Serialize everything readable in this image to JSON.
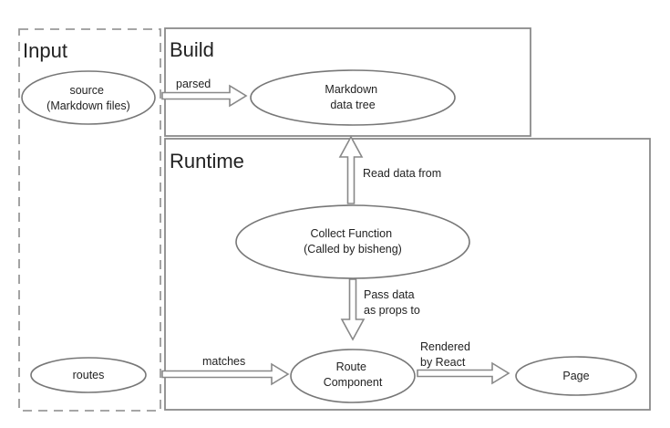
{
  "sections": {
    "input": "Input",
    "build": "Build",
    "runtime": "Runtime"
  },
  "nodes": {
    "source": [
      "source",
      "(Markdown files)"
    ],
    "markdown_tree": [
      "Markdown",
      "data tree"
    ],
    "collect": [
      "Collect Function",
      "(Called by bisheng)"
    ],
    "routes": [
      "routes"
    ],
    "route_component": [
      "Route",
      "Component"
    ],
    "page": [
      "Page"
    ]
  },
  "edges": {
    "parsed": [
      "parsed"
    ],
    "read_data": [
      "Read data from"
    ],
    "pass_data": [
      "Pass data",
      "as props to"
    ],
    "matches": [
      "matches"
    ],
    "rendered": [
      "Rendered",
      "by React"
    ]
  }
}
